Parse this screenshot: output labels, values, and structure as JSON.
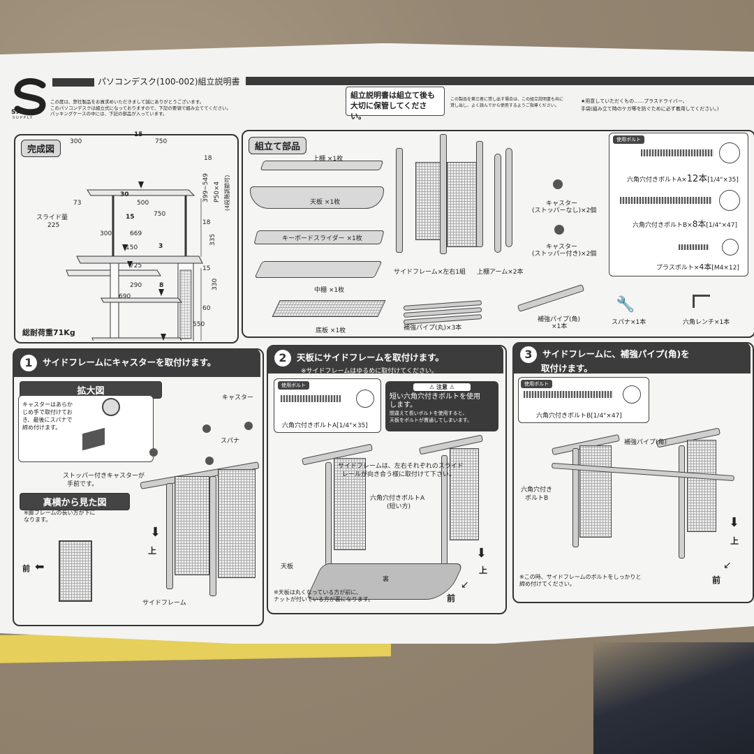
{
  "header": {
    "brand": "SANWA",
    "brand_sub": "SUPPLY",
    "title": "パソコンデスク(100-002)組立説明書",
    "intro1": "この度は、弊社製品をお買求めいただきまして誠にありがとうございます。",
    "intro2": "このパソコンデスクは組立式になっておりますので、下記の要領で組み立ててください。",
    "intro3": "パッキングケースの中には、下記の部品が入っています。",
    "keep_notice": "組立説明書は組立て後も大切に保管してください。",
    "note_center1": "この製品を第三者に貸し出す場合は、この組立説明書も共に",
    "note_center2": "貸し出し、よく読んでから使用するようご指導ください。",
    "tools_note1": "★用意していただくもの……プラスドライバー、",
    "tools_note2": "手袋(組み立て時のケガ等を防ぐために必ず着用してください。)"
  },
  "completion": {
    "tag": "完成図",
    "dims": {
      "d300": "300",
      "d15a": "15",
      "d750a": "750",
      "d18a": "18",
      "d399": "399~549",
      "dp50": "P50×4",
      "dadj": "(4段階調節可)",
      "d73": "73",
      "d30": "30",
      "d500": "500",
      "d750b": "750",
      "slide": "スライド量",
      "d225": "225",
      "d15b": "15",
      "d300b": "300",
      "d669": "669",
      "d18b": "18",
      "d335": "335",
      "d150": "150",
      "d3": "3",
      "d725": "725",
      "d15c": "15",
      "d330": "330",
      "d290": "290",
      "d8": "8",
      "d690": "690",
      "d60": "60",
      "d550": "550"
    },
    "load": "総耐荷重71Kg"
  },
  "parts": {
    "tag": "組立て部品",
    "top_shelf": "上棚 ×1枚",
    "desk_top": "天板 ×1枚",
    "keyboard": "キーボードスライダー ×1枚",
    "mid_shelf": "中棚 ×1枚",
    "bottom_shelf": "底板 ×1枚",
    "side_frame": "サイドフレーム×左右1組",
    "upper_arm": "上棚アーム×2本",
    "caster_no": "キャスター",
    "caster_no2": "(ストッパーなし)×2個",
    "caster_yes": "キャスター",
    "caster_yes2": "(ストッパー付き)×2個",
    "pipe_round": "補強パイプ(丸)×3本",
    "pipe_square": "補強パイプ(角)",
    "pipe_square2": "×1本",
    "spanner": "スパナ×1本",
    "hex_wrench": "六角レンチ×1本",
    "bolts_badge": "使用ボルト",
    "bolt_a": "六角穴付きボルトA×",
    "bolt_a_qty": "12本",
    "bolt_a_size": "[1/4\"×35]",
    "bolt_b": "六角穴付きボルトB×",
    "bolt_b_qty": "8本",
    "bolt_b_size": "[1/4\"×47]",
    "plus_bolt": "プラスボルト×",
    "plus_qty": "4本",
    "plus_size": "[M4×12]"
  },
  "step1": {
    "num": "1",
    "title": "サイドフレームにキャスターを取付けます。",
    "zoom_tag": "拡大図",
    "zoom_text1": "キャスターはあらか",
    "zoom_text2": "じめ手で取付けてお",
    "zoom_text3": "き、最後にスパナで",
    "zoom_text4": "締め付けます。",
    "caster": "キャスター",
    "spanner": "スパナ",
    "stopper1": "ストッパー付きキャスターが",
    "stopper2": "手前です。",
    "side_tag": "真横から見た図",
    "side_note1": "※脚フレームの長い方が下に",
    "side_note2": "なります。",
    "front": "前",
    "up": "上",
    "side_frame": "サイドフレーム"
  },
  "step2": {
    "num": "2",
    "title": "天板にサイドフレームを取付けます。",
    "sub": "※サイドフレームはゆるめに取付けてください。",
    "badge": "使用ボルト",
    "bolt": "六角穴付きボルトA[1/4\"×35]",
    "caution_head": "注意",
    "caution1": "短い六角穴付きボルトを使用",
    "caution2": "します。",
    "caution3": "間違えて長いボルトを使用すると、",
    "caution4": "天板をボルトが貫通してしまいます。",
    "rail1": "サイドフレームは、左右それぞれのスライド",
    "rail2": "レールが向き合う様に取付けて下さい。",
    "bolt_label1": "六角穴付きボルトA",
    "bolt_label2": "(短い方)",
    "top_board": "天板",
    "back": "裏",
    "up": "上",
    "front": "前",
    "note1": "※天板は丸くなっている方が前に、",
    "note2": "ナットが付いている方が裏になります。"
  },
  "step3": {
    "num": "3",
    "title1": "サイドフレームに、補強パイプ(角)を",
    "title2": "取付けます。",
    "badge": "使用ボルト",
    "bolt": "六角穴付きボルトB[1/4\"×47]",
    "pipe": "補強パイプ(角)",
    "bolt_b1": "六角穴付き",
    "bolt_b2": "ボルトB",
    "up": "上",
    "front": "前",
    "note1": "※この時、サイドフレームのボルトをしっかりと",
    "note2": "締め付けてください。"
  }
}
